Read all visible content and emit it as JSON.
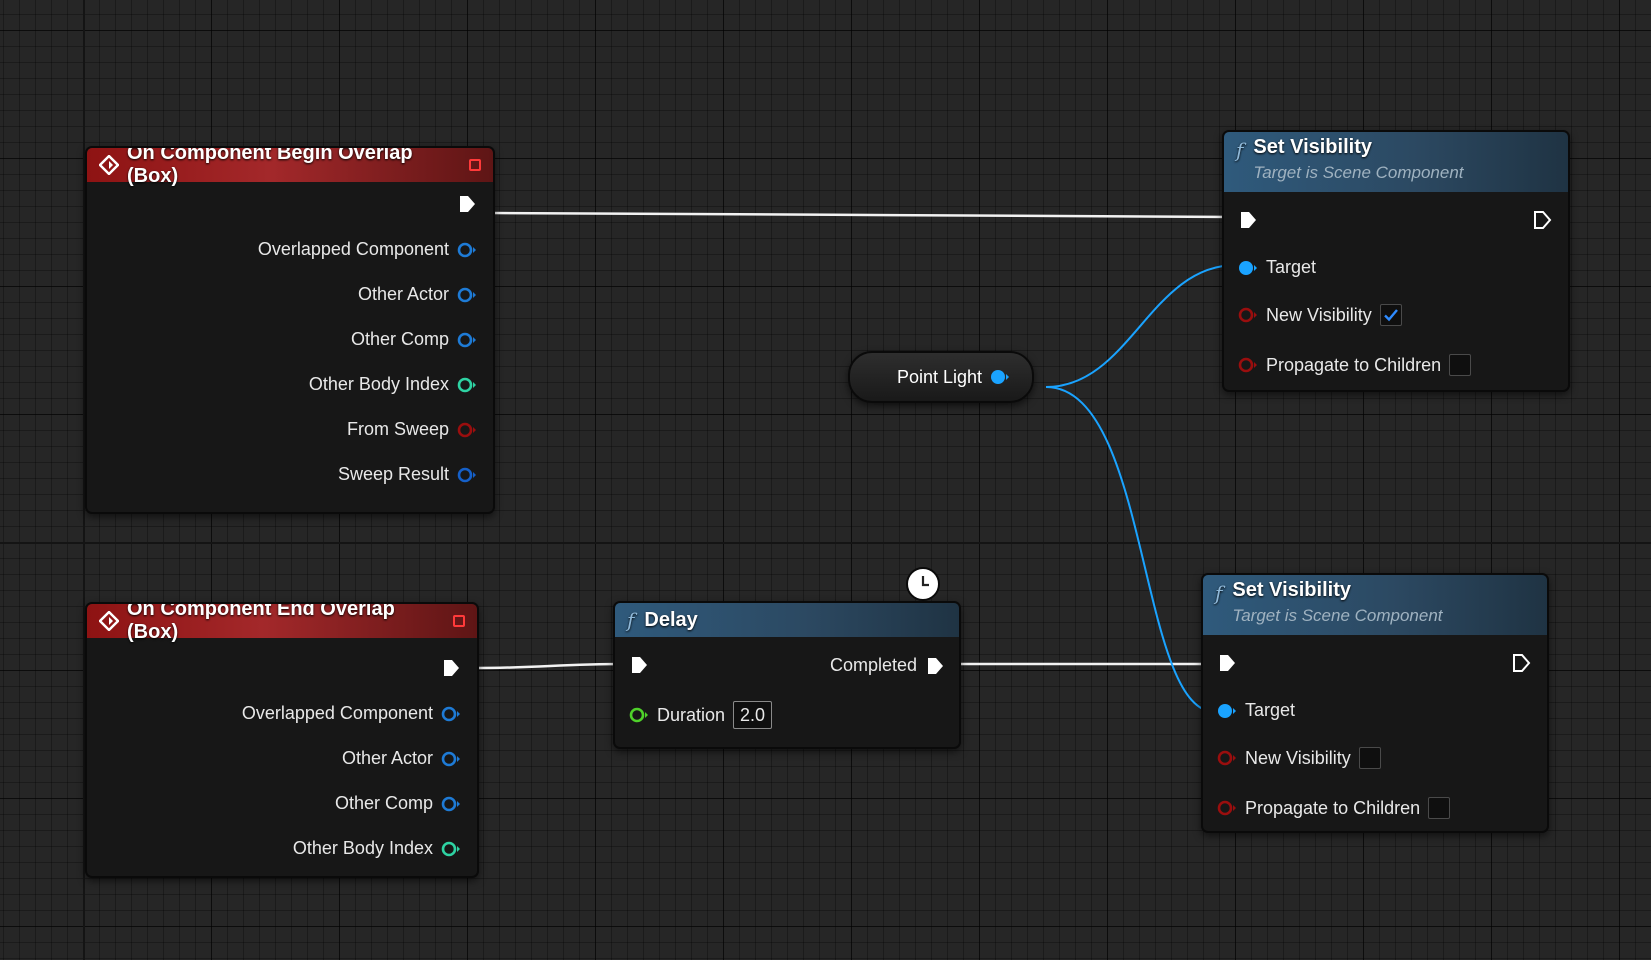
{
  "graph": {
    "colors": {
      "exec": "#ffffff",
      "object": "#1aa3ff",
      "object_out": "#1e7bd6",
      "int": "#2ed3a3",
      "bool": "#9a0e0e",
      "float": "#4fd12a",
      "struct": "#1560c9",
      "event_header": "#a3282a",
      "function_header": "#2f5a7c"
    }
  },
  "begin_overlap": {
    "title": "On Component Begin Overlap (Box)",
    "icon": "event-diamond-icon",
    "pins": [
      {
        "label": "Overlapped Component",
        "type": "object"
      },
      {
        "label": "Other Actor",
        "type": "object"
      },
      {
        "label": "Other Comp",
        "type": "object"
      },
      {
        "label": "Other Body Index",
        "type": "int"
      },
      {
        "label": "From Sweep",
        "type": "bool"
      },
      {
        "label": "Sweep Result",
        "type": "struct"
      }
    ]
  },
  "end_overlap": {
    "title": "On Component End Overlap (Box)",
    "icon": "event-diamond-icon",
    "pins": [
      {
        "label": "Overlapped Component",
        "type": "object"
      },
      {
        "label": "Other Actor",
        "type": "object"
      },
      {
        "label": "Other Comp",
        "type": "object"
      },
      {
        "label": "Other Body Index",
        "type": "int"
      }
    ]
  },
  "delay": {
    "title": "Delay",
    "icon": "function-icon",
    "completed_label": "Completed",
    "duration_label": "Duration",
    "duration_value": "2.0",
    "latent_icon": "clock-icon"
  },
  "point_light": {
    "label": "Point Light"
  },
  "set_visibility_1": {
    "title": "Set Visibility",
    "subtitle": "Target is Scene Component",
    "target_label": "Target",
    "new_visibility_label": "New Visibility",
    "new_visibility_checked": true,
    "propagate_label": "Propagate to Children",
    "propagate_checked": false
  },
  "set_visibility_2": {
    "title": "Set Visibility",
    "subtitle": "Target is Scene Component",
    "target_label": "Target",
    "new_visibility_label": "New Visibility",
    "new_visibility_checked": false,
    "propagate_label": "Propagate to Children",
    "propagate_checked": false
  }
}
